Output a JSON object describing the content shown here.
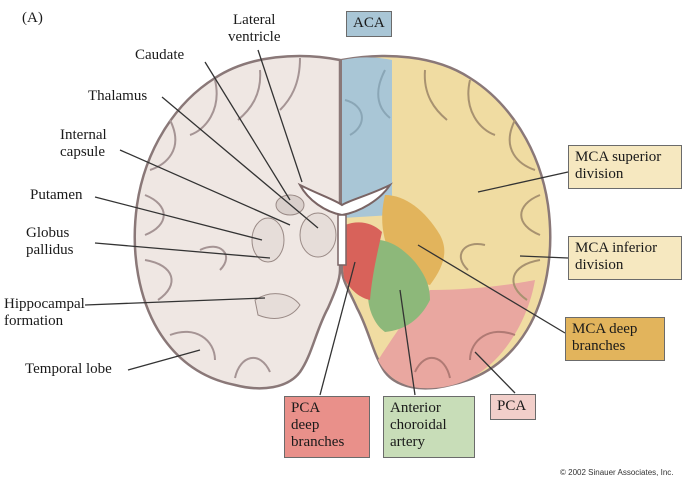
{
  "figure": {
    "panel_label": "(A)",
    "copyright": "© 2002 Sinauer Associates, Inc."
  },
  "structure_labels": {
    "lateral_ventricle": [
      "Lateral",
      "ventricle"
    ],
    "caudate": "Caudate",
    "thalamus": "Thalamus",
    "internal_capsule": [
      "Internal",
      "capsule"
    ],
    "putamen": "Putamen",
    "globus_pallidus": [
      "Globus",
      "pallidus"
    ],
    "hippocampal_formation": [
      "Hippocampal",
      "formation"
    ],
    "temporal_lobe": "Temporal lobe"
  },
  "territory_labels": {
    "aca": "ACA",
    "mca_superior": [
      "MCA superior",
      "division"
    ],
    "mca_inferior": [
      "MCA inferior",
      "division"
    ],
    "mca_deep": [
      "MCA deep",
      "branches"
    ],
    "pca": "PCA",
    "pca_deep": [
      "PCA",
      "deep",
      "branches"
    ],
    "anterior_choroidal": [
      "Anterior",
      "choroidal",
      "artery"
    ]
  },
  "colors": {
    "aca": "#a9c6d6",
    "mca": "#f0dca2",
    "mca_deep": "#e2b45c",
    "pca": "#e9a7a0",
    "pca_deep": "#d8625a",
    "anterior_choroidal": "#8db87a",
    "brain_tissue": "#efe7e3",
    "brain_outline": "#8a7878"
  }
}
